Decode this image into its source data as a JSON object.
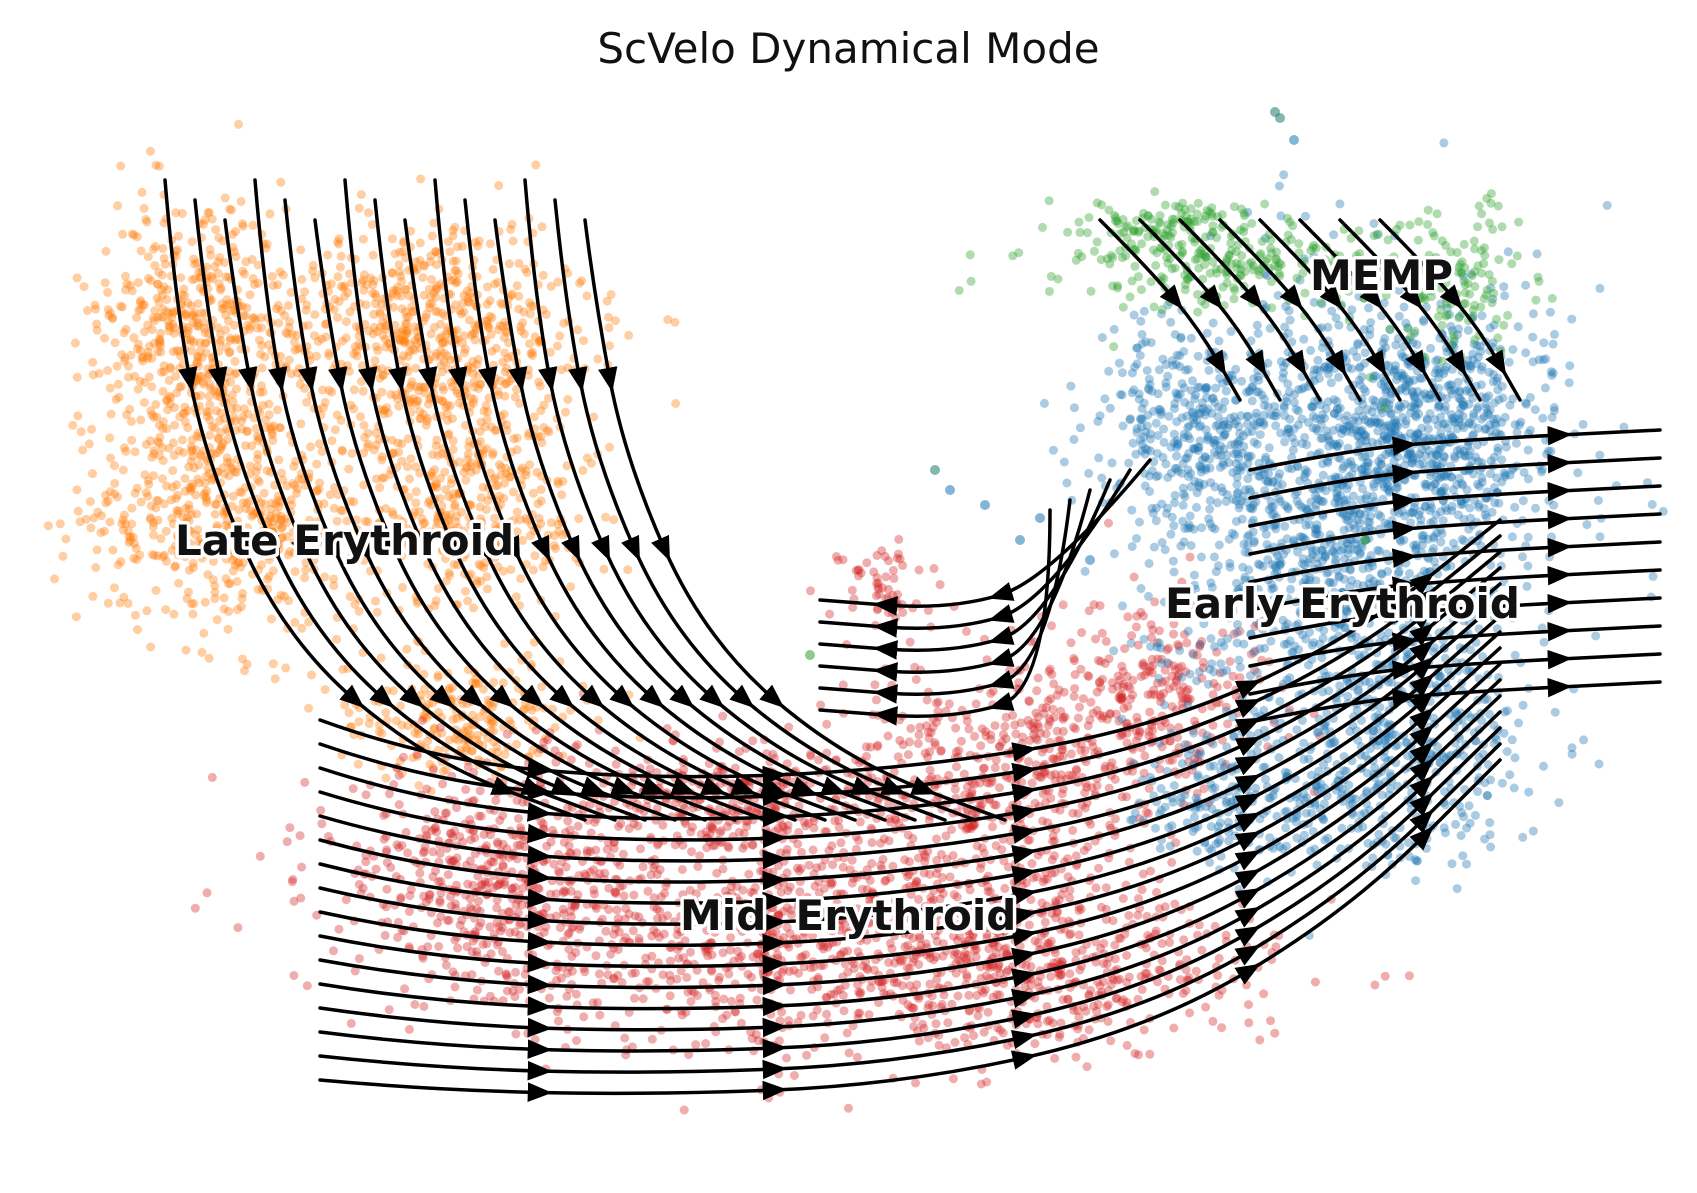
{
  "chart_data": {
    "type": "scatter",
    "subtype": "velocity-stream-embedding",
    "title": "ScVelo Dynamical Mode",
    "xlabel": "",
    "ylabel": "",
    "axes_visible": false,
    "grid": false,
    "legend": "on data",
    "clusters": [
      {
        "name": "Late Erythroid",
        "color": "#ff7f0e"
      },
      {
        "name": "Mid  Erythroid",
        "color": "#d62728"
      },
      {
        "name": "Early Erythroid",
        "color": "#1f77b4"
      },
      {
        "name": "MEMP",
        "color": "#2ca02c"
      }
    ],
    "accent_colors": {
      "MEMP_dark": "#1b7a6b",
      "streamlines": "#000000"
    }
  }
}
